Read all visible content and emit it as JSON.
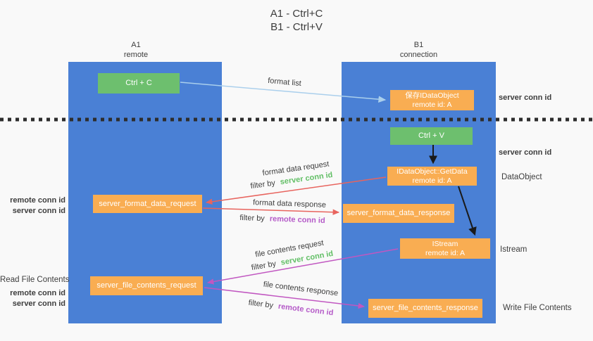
{
  "title": {
    "line1": "A1 - Ctrl+C",
    "line2": "B1 - Ctrl+V"
  },
  "lanes": {
    "left": {
      "name": "A1",
      "role": "remote"
    },
    "right": {
      "name": "B1",
      "role": "connection"
    }
  },
  "nodes": {
    "ctrl_c": {
      "label": "Ctrl + C"
    },
    "ctrl_v": {
      "label": "Ctrl + V"
    },
    "save_idataobject": {
      "line1": "保存IDataObject",
      "line2": "remote id: A"
    },
    "idataobject_getdata": {
      "line1": "IDataObject::GetData",
      "line2": "remote id: A"
    },
    "istream": {
      "line1": "IStream",
      "line2": "remote id: A"
    },
    "server_format_data_request": {
      "label": "server_format_data_request"
    },
    "server_format_data_response": {
      "label": "server_format_data_response"
    },
    "server_file_contents_request": {
      "label": "server_file_contents_request"
    },
    "server_file_contents_response": {
      "label": "server_file_contents_response"
    }
  },
  "messages": {
    "format_list": {
      "label": "format list"
    },
    "format_data_request": {
      "label": "format data request",
      "filter_prefix": "filter by",
      "filter_value": "server conn id"
    },
    "format_data_response": {
      "label": "format data response",
      "filter_prefix": "filter by",
      "filter_value": "remote conn id"
    },
    "file_contents_request": {
      "label": "file contents request",
      "filter_prefix": "filter by",
      "filter_value": "server conn id"
    },
    "file_contents_response": {
      "label": "file contents response",
      "filter_prefix": "filter by",
      "filter_value": "remote conn id"
    }
  },
  "side_labels": {
    "server_conn_id_top": "server conn id",
    "server_conn_id_mid": "server conn id",
    "dataobject": "DataObject",
    "istream": "Istream",
    "write_file_contents": "Write File Contents",
    "read_file_contents": "Read File Contents",
    "format_remote_conn_id": "remote conn id",
    "format_server_conn_id": "server conn id",
    "file_remote_conn_id": "remote conn id",
    "file_server_conn_id": "server conn id"
  },
  "colors": {
    "lane_blue": "#4a80d5",
    "box_green": "#6dbf6e",
    "box_orange": "#f9ad52",
    "text_green": "#62bf66",
    "text_purple": "#b55bc8",
    "arrow_red": "#e8645e",
    "arrow_magenta": "#c157c1",
    "arrow_light_blue": "#aacfec",
    "arrow_black": "#1a1a1a",
    "separator_black": "#2d2d2d"
  }
}
